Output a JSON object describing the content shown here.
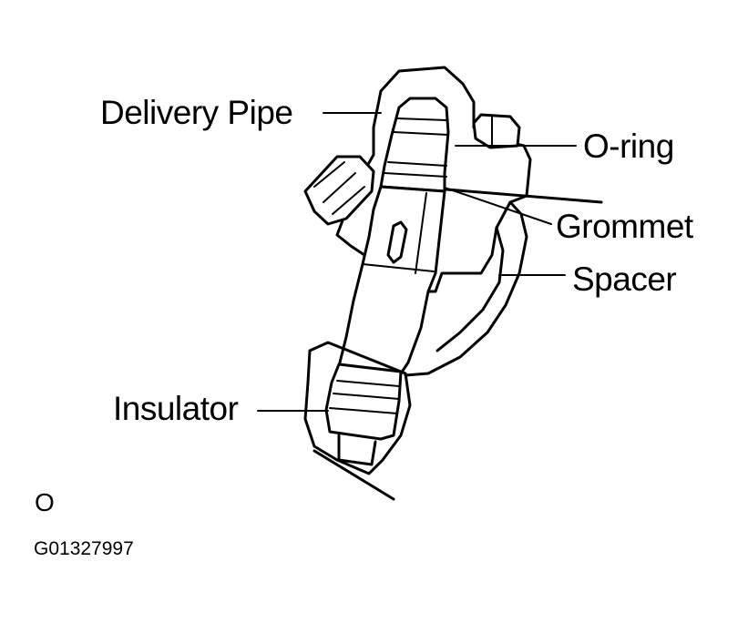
{
  "labels": {
    "delivery_pipe": "Delivery Pipe",
    "o_ring": "O-ring",
    "grommet": "Grommet",
    "spacer": "Spacer",
    "insulator": "Insulator"
  },
  "corner_mark": "O",
  "figure_id": "G01327997",
  "colors": {
    "ink": "#000000",
    "background": "#ffffff"
  }
}
